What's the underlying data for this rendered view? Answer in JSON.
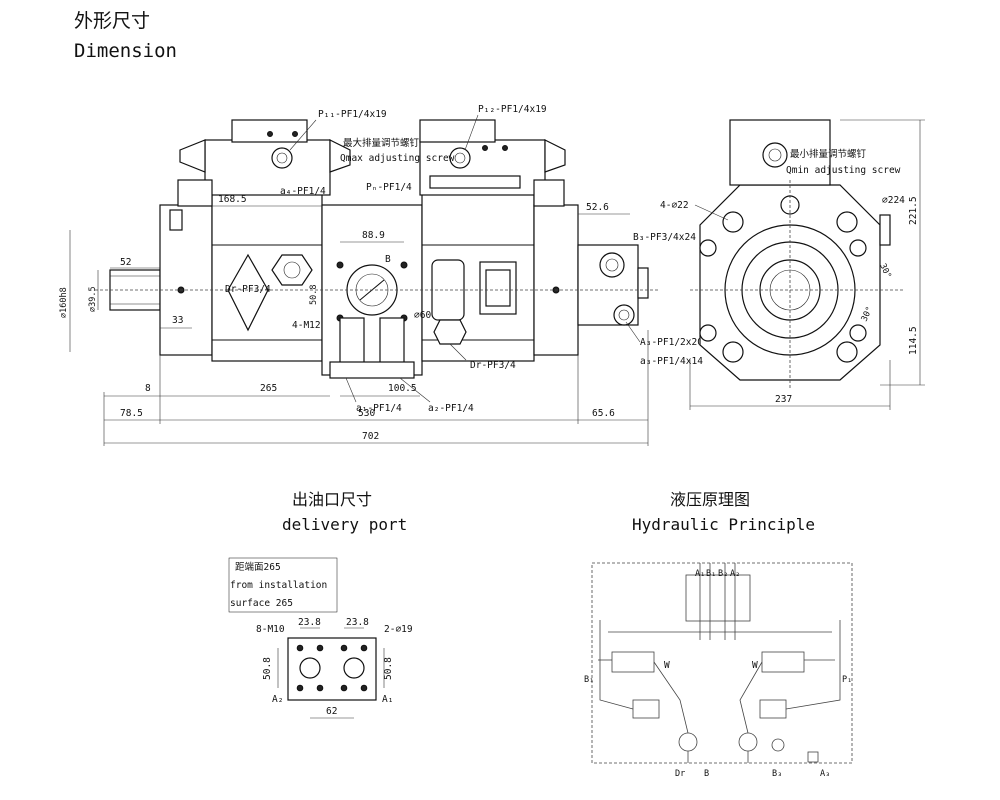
{
  "header": {
    "title_zh": "外形尺寸",
    "title_en": "Dimension"
  },
  "main_view": {
    "labels": {
      "p11": "P₁₁-PF1/4x19",
      "p12": "P₁₂-PF1/4x19",
      "qmax_zh": "最大排量调节螺钉",
      "qmax_en": "Qmax adjusting screw",
      "a4": "a₄-PF1/4",
      "pn": "Pₙ-PF1/4",
      "dr_left": "Dr-PF3/4",
      "m12": "4-M12",
      "phi60": "∅60",
      "dr_right": "Dr-PF3/4",
      "b3": "B₃-PF3/4x24",
      "a3": "A₃-PF1/2x20",
      "a3b": "a₃-PF1/4x14",
      "a1": "a₁-PF1/4",
      "a2": "a₂-PF1/4",
      "shaft_dia": "∅39.5",
      "flange_dia": "∅160h8",
      "b_mark": "B"
    },
    "dims": {
      "d168": "168.5",
      "d88": "88.9",
      "d52": "52",
      "d50": "50.8",
      "d33": "33",
      "d52_6": "52.6",
      "d8": "8",
      "d265": "265",
      "d100": "100.5",
      "d78": "78.5",
      "d530": "530",
      "d65": "65.6",
      "d702": "702"
    }
  },
  "side_view": {
    "labels": {
      "qmin": "Qmin adjusting screw",
      "qmin_zh": "最小排量调节螺钉",
      "holes": "4-∅22",
      "phi224": "∅224",
      "ang1": "30°",
      "ang2": "30°"
    },
    "dims": {
      "d221": "221.5",
      "d114": "114.5",
      "d237": "237"
    }
  },
  "delivery": {
    "title_zh": "出油口尺寸",
    "title_en": "delivery port",
    "note_zh": "距端面265",
    "note_en1": "from installation",
    "note_en2": "surface 265",
    "m10": "8-M10",
    "holes": "2-∅19",
    "d23a": "23.8",
    "d23b": "23.8",
    "d50a": "50.8",
    "d50b": "50.8",
    "d62": "62",
    "a2": "A₂",
    "a1": "A₁"
  },
  "hydraulic": {
    "title_zh": "液压原理图",
    "title_en": "Hydraulic  Principle",
    "ports_top": [
      "A₁",
      "B₁",
      "B₂",
      "A₂"
    ],
    "ports_bottom": [
      "Dr",
      "B",
      "B₃",
      "A₃"
    ],
    "port_left": "B₁",
    "port_right": "P₁",
    "w_left": "W",
    "w_right": "W"
  }
}
